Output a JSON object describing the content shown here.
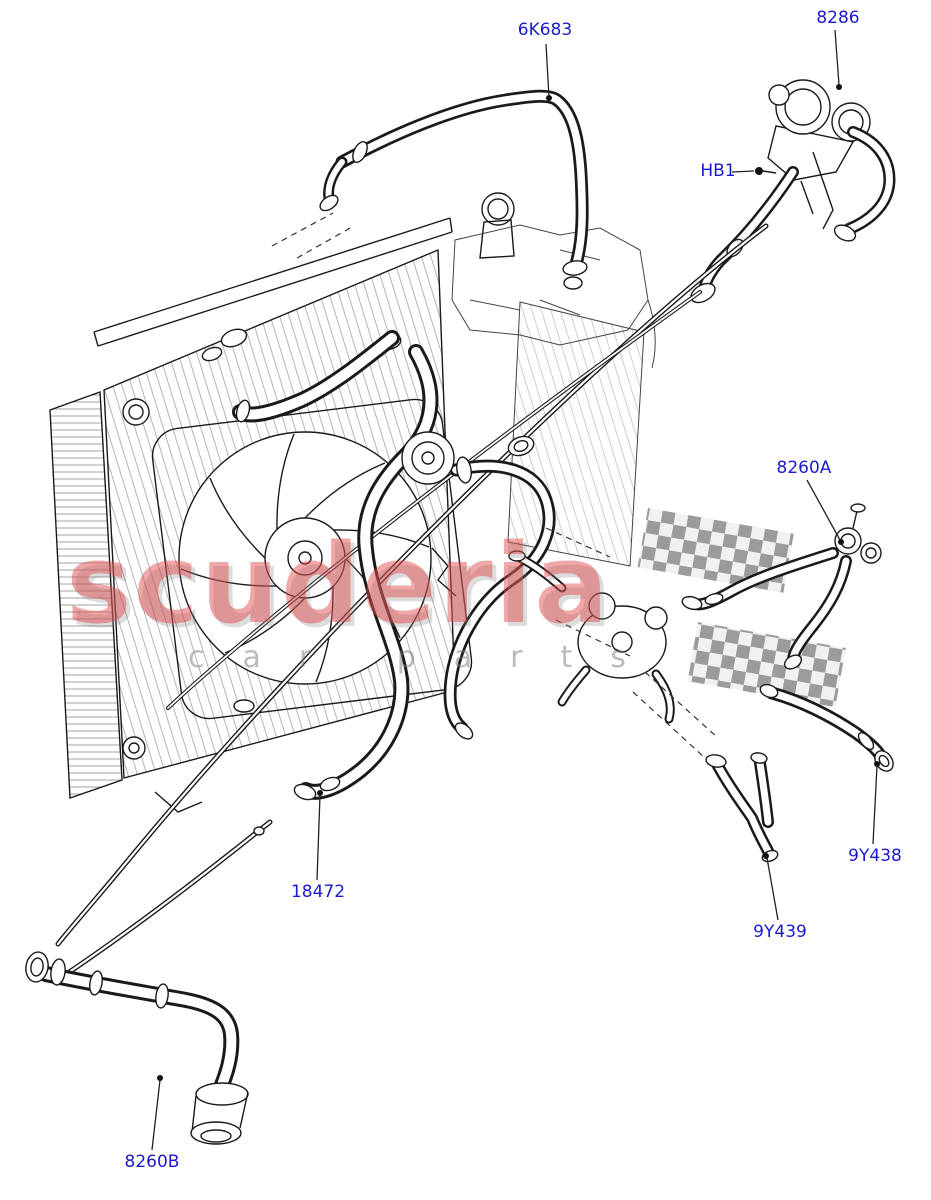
{
  "page": {
    "background": "#ffffff"
  },
  "watermark": {
    "main": "scuderia",
    "sub": "car parts"
  },
  "labels": [
    {
      "id": "6K683"
    },
    {
      "id": "8286"
    },
    {
      "id": "HB1"
    },
    {
      "id": "8260A"
    },
    {
      "id": "18472"
    },
    {
      "id": "9Y438"
    },
    {
      "id": "9Y439"
    },
    {
      "id": "8260B"
    }
  ],
  "colors": {
    "label_text": "#1a1acd",
    "line": "#1a1a1a",
    "watermark_red": "#dd4848",
    "watermark_gray": "#787878"
  }
}
